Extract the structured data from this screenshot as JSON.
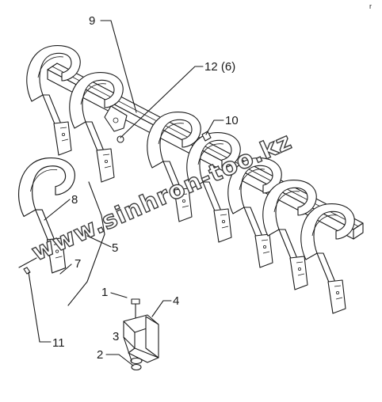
{
  "watermark": "www.sinhron-too.kz",
  "corner_mark": "r",
  "callouts": [
    {
      "id": "9",
      "text": "9"
    },
    {
      "id": "12",
      "text": "12 (6)"
    },
    {
      "id": "10",
      "text": "10"
    },
    {
      "id": "8",
      "text": "8"
    },
    {
      "id": "5",
      "text": "5"
    },
    {
      "id": "7",
      "text": "7"
    },
    {
      "id": "11",
      "text": "11"
    },
    {
      "id": "1",
      "text": "1"
    },
    {
      "id": "4",
      "text": "4"
    },
    {
      "id": "3",
      "text": "3"
    },
    {
      "id": "2",
      "text": "2"
    }
  ]
}
